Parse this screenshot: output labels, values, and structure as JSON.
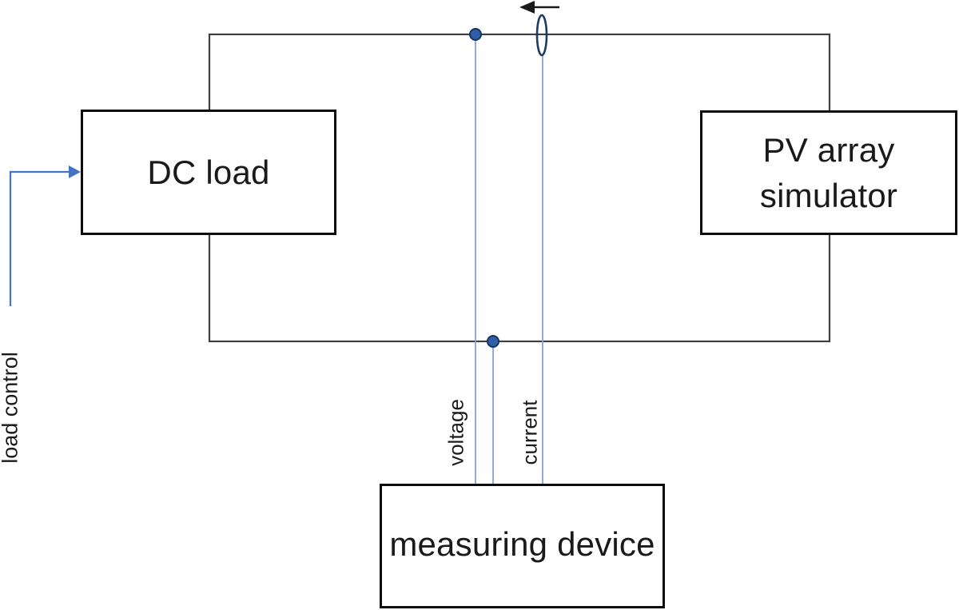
{
  "diagram": {
    "title_hint": "PV array simulator measurement setup block diagram",
    "boxes": {
      "dc_load": {
        "label": "DC load"
      },
      "pv_array": {
        "label": "PV array simulator"
      },
      "measuring_device": {
        "label": "measuring device"
      }
    },
    "labels": {
      "load_control": "load control",
      "voltage": "voltage",
      "current": "current"
    },
    "colors": {
      "wire": "#3f3f3f",
      "box_border": "#0d0d0d",
      "text": "#1a1a1a",
      "measurement_line": "#87a3d6",
      "node_fill": "#2e5fa8",
      "node_stroke": "#17365d",
      "sensor_ellipse": "#203864",
      "control_arrow": "#4472c4",
      "direction_arrow": "#1a1a1a"
    }
  }
}
